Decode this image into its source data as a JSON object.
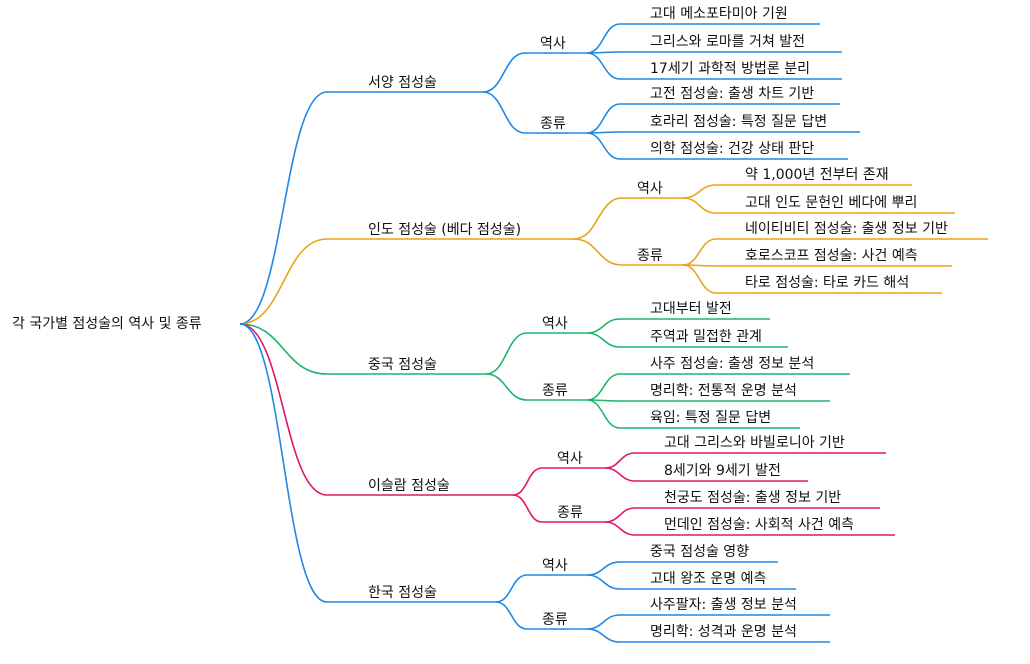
{
  "root": {
    "label": "각 국가별 점성술의 역사 및 종류"
  },
  "branches": [
    {
      "label": "서양 점성술",
      "color": "#1e88e5",
      "groups": [
        {
          "label": "역사",
          "items": [
            "고대 메소포타미아 기원",
            "그리스와 로마를 거쳐 발전",
            "17세기 과학적 방법론 분리"
          ]
        },
        {
          "label": "종류",
          "items": [
            "고전 점성술: 출생 차트 기반",
            "호라리 점성술: 특정 질문 답변",
            "의학 점성술: 건강 상태 판단"
          ]
        }
      ]
    },
    {
      "label": "인도 점성술 (베다 점성술)",
      "color": "#e8a317",
      "groups": [
        {
          "label": "역사",
          "items": [
            "약 1,000년 전부터 존재",
            "고대 인도 문헌인 베다에 뿌리"
          ]
        },
        {
          "label": "종류",
          "items": [
            "네이티비티 점성술: 출생 정보 기반",
            "호로스코프 점성술: 사건 예측",
            "타로 점성술: 타로 카드 해석"
          ]
        }
      ]
    },
    {
      "label": "중국 점성술",
      "color": "#1db56a",
      "groups": [
        {
          "label": "역사",
          "items": [
            "고대부터 발전",
            "주역과 밀접한 관계"
          ]
        },
        {
          "label": "종류",
          "items": [
            "사주 점성술: 출생 정보 분석",
            "명리학: 전통적 운명 분석",
            "육임: 특정 질문 답변"
          ]
        }
      ]
    },
    {
      "label": "이슬람 점성술",
      "color": "#e0176b",
      "groups": [
        {
          "label": "역사",
          "items": [
            "고대 그리스와 바빌로니아 기반",
            "8세기와 9세기 발전"
          ]
        },
        {
          "label": "종류",
          "items": [
            "천궁도 점성술: 출생 정보 기반",
            "먼데인 점성술: 사회적 사건 예측"
          ]
        }
      ]
    },
    {
      "label": "한국 점성술",
      "color": "#1e88e5",
      "groups": [
        {
          "label": "역사",
          "items": [
            "중국 점성술 영향",
            "고대 왕조 운명 예측"
          ]
        },
        {
          "label": "종류",
          "items": [
            "사주팔자: 출생 정보 분석",
            "명리학: 성격과 운명 분석"
          ]
        }
      ]
    }
  ]
}
